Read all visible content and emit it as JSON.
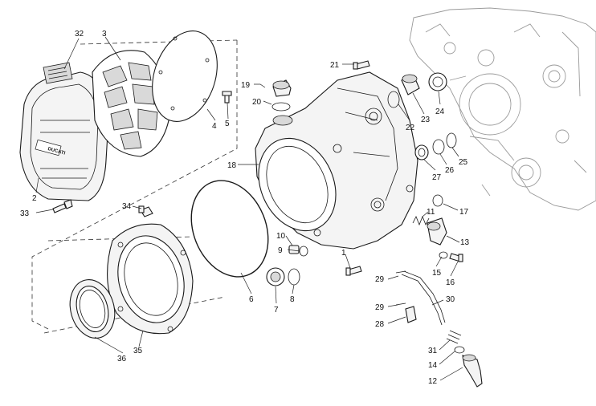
{
  "diagram": {
    "callouts": [
      {
        "id": "c32",
        "text": "32"
      },
      {
        "id": "c3",
        "text": "3"
      },
      {
        "id": "c4",
        "text": "4"
      },
      {
        "id": "c5",
        "text": "5"
      },
      {
        "id": "c2",
        "text": "2"
      },
      {
        "id": "c33",
        "text": "33"
      },
      {
        "id": "c19",
        "text": "19"
      },
      {
        "id": "c20",
        "text": "20"
      },
      {
        "id": "c21",
        "text": "21"
      },
      {
        "id": "c22",
        "text": "22"
      },
      {
        "id": "c23",
        "text": "23"
      },
      {
        "id": "c24",
        "text": "24"
      },
      {
        "id": "c25",
        "text": "25"
      },
      {
        "id": "c26",
        "text": "26"
      },
      {
        "id": "c27",
        "text": "27"
      },
      {
        "id": "c18",
        "text": "18"
      },
      {
        "id": "c34",
        "text": "34"
      },
      {
        "id": "c17",
        "text": "17"
      },
      {
        "id": "c11",
        "text": "11"
      },
      {
        "id": "c13",
        "text": "13"
      },
      {
        "id": "c10",
        "text": "10"
      },
      {
        "id": "c9",
        "text": "9"
      },
      {
        "id": "c1",
        "text": "1"
      },
      {
        "id": "c15",
        "text": "15"
      },
      {
        "id": "c16",
        "text": "16"
      },
      {
        "id": "c29a",
        "text": "29"
      },
      {
        "id": "c6",
        "text": "6"
      },
      {
        "id": "c7",
        "text": "7"
      },
      {
        "id": "c8",
        "text": "8"
      },
      {
        "id": "c30",
        "text": "30"
      },
      {
        "id": "c29b",
        "text": "29"
      },
      {
        "id": "c28",
        "text": "28"
      },
      {
        "id": "c31",
        "text": "31"
      },
      {
        "id": "c14",
        "text": "14"
      },
      {
        "id": "c12",
        "text": "12"
      },
      {
        "id": "c36",
        "text": "36"
      },
      {
        "id": "c35",
        "text": "35"
      }
    ],
    "brand_text": "DUCATI"
  }
}
